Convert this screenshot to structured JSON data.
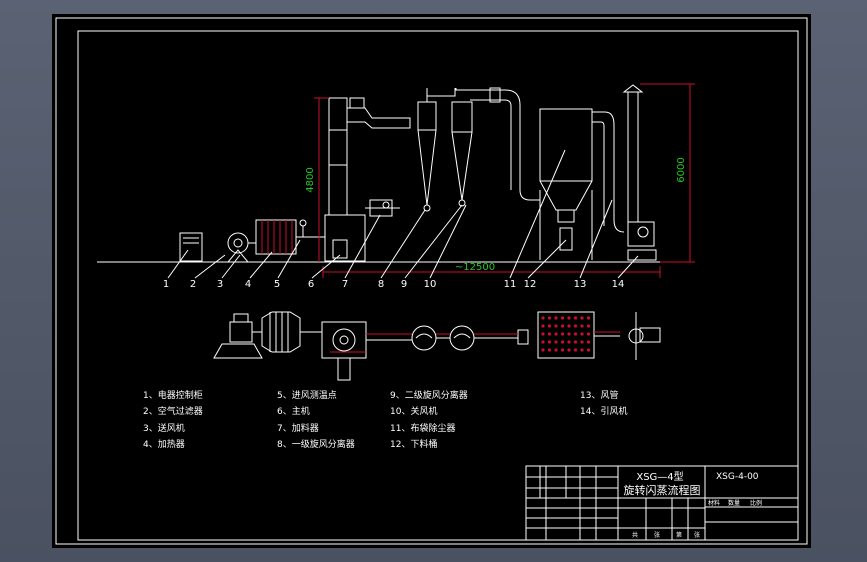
{
  "colors": {
    "background": "#000000",
    "frame": "#ffffff",
    "equipment": "#ffffff",
    "dimension": "#c8102e",
    "dimension_text": "#23c823"
  },
  "dimensions": {
    "height_left": "4800",
    "height_right": "6000",
    "length": "~12500"
  },
  "callouts": [
    "1",
    "2",
    "3",
    "4",
    "5",
    "6",
    "7",
    "8",
    "9",
    "10",
    "11",
    "12",
    "13",
    "14"
  ],
  "legend": [
    "1、电器控制柜",
    "2、空气过滤器",
    "3、送风机",
    "4、加热器",
    "5、进风测温点",
    "6、主机",
    "7、加料器",
    "8、一级旋风分离器",
    "9、二级旋风分离器",
    "10、关风机",
    "11、布袋除尘器",
    "12、下料桶",
    "13、风管",
    "14、引风机"
  ],
  "title_block": {
    "model": "XSG—4型",
    "drawing_name": "旋转闪蒸流程图",
    "drawing_no": "XSG-4-00",
    "material_label": "材料",
    "quantity_label": "数量",
    "ratio_label": "比例",
    "sheet_labels": [
      "共",
      "张",
      "第",
      "张"
    ]
  }
}
